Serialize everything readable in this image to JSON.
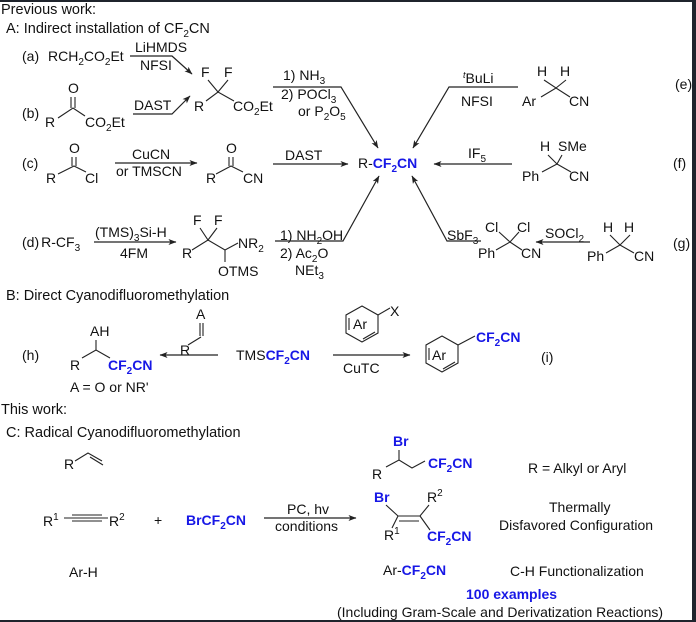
{
  "header_previous": "Previous work:",
  "sectionA": {
    "title": "A: Indirect installation of CF",
    "title_sub": "2",
    "title_end": "CN"
  },
  "labels": {
    "a": "(a)",
    "b": "(b)",
    "c": "(c)",
    "d": "(d)",
    "e": "(e)",
    "f": "(f)",
    "g": "(g)",
    "h": "(h)",
    "i": "(i)"
  },
  "a": {
    "substrate": "RCH",
    "substrate_sub": "2",
    "substrate_mid": "CO",
    "substrate_sub2": "2",
    "substrate_end": "Et",
    "reagent_top": "LiHMDS",
    "reagent_bottom": "NFSI"
  },
  "b": {
    "reagent": "DAST",
    "R": "R",
    "O": "O",
    "CO2Et": "CO",
    "CO2Et_sub": "2",
    "CO2Et_end": "Et"
  },
  "intermediate_ab": {
    "F1": "F",
    "F2": "F",
    "R": "R",
    "CO2Et": "CO",
    "CO2Et_sub": "2",
    "CO2Et_end": "Et"
  },
  "conv_ab": {
    "step1": "1) NH",
    "step1_sub": "3",
    "step2": "2) POCl",
    "step2_sub": "3",
    "step3": "or P",
    "step3_sub1": "2",
    "step3_mid": "O",
    "step3_sub2": "5"
  },
  "c": {
    "R": "R",
    "O": "O",
    "Cl": "Cl",
    "reagent_top": "CuCN",
    "reagent_bottom": "or TMSCN",
    "product_R": "R",
    "product_O": "O",
    "product_CN": "CN",
    "reagent2": "DAST"
  },
  "d": {
    "substrate": "R-CF",
    "substrate_sub": "3",
    "reagent_top": "(TMS)",
    "reagent_top_sub": "3",
    "reagent_top_end": "Si-H",
    "reagent_bottom": "4FM",
    "F1": "F",
    "F2": "F",
    "R": "R",
    "NR2": "NR",
    "NR2_sub": "2",
    "OTMS": "OTMS",
    "step1": "1) NH",
    "step1_sub": "2",
    "step1_end": "OH",
    "step2": "2) Ac",
    "step2_sub": "2",
    "step2_end": "O",
    "step3": "NEt",
    "step3_sub": "3"
  },
  "center_product": {
    "prefix": "R-",
    "blue": "CF",
    "blue_sub": "2",
    "blue_end": "CN"
  },
  "e": {
    "reagent_top_sup": "t",
    "reagent_top": "BuLi",
    "reagent_bottom": "NFSI",
    "H1": "H",
    "H2": "H",
    "Ar": "Ar",
    "CN": "CN"
  },
  "f": {
    "reagent": "IF",
    "reagent_sub": "5",
    "H": "H",
    "SMe": "SMe",
    "Ph": "Ph",
    "CN": "CN"
  },
  "g": {
    "reagent1": "SbF",
    "reagent1_sub": "3",
    "Cl1": "Cl",
    "Cl2": "Cl",
    "Ph": "Ph",
    "CN": "CN",
    "reagent2": "SOCl",
    "reagent2_sub": "2",
    "H1": "H",
    "H2": "H",
    "Ph2": "Ph",
    "CN2": "CN"
  },
  "sectionB": {
    "title": "B: Direct Cyanodifluoromethylation"
  },
  "h": {
    "AH": "AH",
    "R": "R",
    "CF2CN": "CF",
    "CF2CN_sub": "2",
    "CF2CN_end": "CN",
    "note": "A = O or NR'",
    "reagent_A": "A",
    "reagent_R": "R",
    "center": "TMS",
    "center_blue": "CF",
    "center_blue_sub": "2",
    "center_blue_end": "CN"
  },
  "i": {
    "reagent_Ar": "Ar",
    "reagent_X": "X",
    "reagent_bottom": "CuTC",
    "product_Ar": "Ar",
    "product_blue": "CF",
    "product_blue_sub": "2",
    "product_blue_end": "CN"
  },
  "header_this": "This work:",
  "sectionC": {
    "title": "C: Radical Cyanodifluoromethylation",
    "alkene_R": "R",
    "alkyne_R1": "R",
    "alkyne_R1_sup": "1",
    "alkyne_R2": "R",
    "alkyne_R2_sup": "2",
    "arene": "Ar-H",
    "plus": "+",
    "reagent": "BrCF",
    "reagent_sub": "2",
    "reagent_end": "CN",
    "cond_top": "PC, hv",
    "cond_bottom": "conditions",
    "p1_Br": "Br",
    "p1_R": "R",
    "p1_blue": "CF",
    "p1_blue_sub": "2",
    "p1_blue_end": "CN",
    "p1_note": "R = Alkyl or Aryl",
    "p2_Br": "Br",
    "p2_R1": "R",
    "p2_R1_sup": "1",
    "p2_R2": "R",
    "p2_R2_sup": "2",
    "p2_blue": "CF",
    "p2_blue_sub": "2",
    "p2_blue_end": "CN",
    "p2_note1": "Thermally",
    "p2_note2": "Disfavored Configuration",
    "p3_prefix": "Ar-",
    "p3_blue": "CF",
    "p3_blue_sub": "2",
    "p3_blue_end": "CN",
    "p3_note": "C-H Functionalization",
    "examples": "100 examples",
    "footnote": "(Including Gram-Scale and Derivatization Reactions)"
  },
  "colors": {
    "accent_blue": "#1717e6",
    "frame": "#1f242c",
    "ink": "#111111"
  }
}
